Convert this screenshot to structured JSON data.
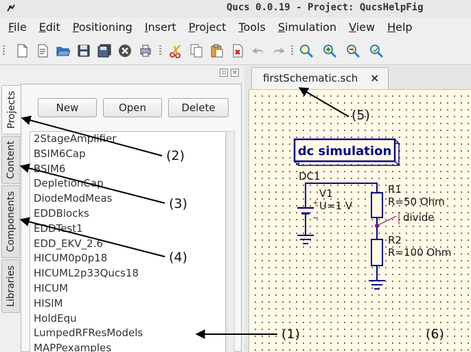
{
  "window": {
    "title": "Qucs 0.0.19 - Project: QucsHelpFig"
  },
  "menu": [
    {
      "acc": "F",
      "rest": "ile"
    },
    {
      "acc": "E",
      "rest": "dit"
    },
    {
      "acc": "P",
      "rest": "ositioning"
    },
    {
      "acc": "I",
      "rest": "nsert"
    },
    {
      "acc": "P",
      "rest": "roject"
    },
    {
      "acc": "T",
      "rest": "ools"
    },
    {
      "acc": "S",
      "rest": "imulation"
    },
    {
      "acc": "V",
      "rest": "iew"
    },
    {
      "acc": "H",
      "rest": "elp"
    }
  ],
  "toolbar": [
    "new-file-icon",
    "new-text-icon",
    "open-icon",
    "save-icon",
    "save-all-icon",
    "close-icon",
    "print-icon",
    "cut-icon",
    "copy-icon",
    "paste-icon",
    "delete-icon",
    "undo-icon",
    "redo-icon",
    "zoom-fit-icon",
    "zoom-in-icon",
    "zoom-out-icon",
    "zoom-reset-icon"
  ],
  "dock": {
    "tabs": [
      "Projects",
      "Content",
      "Components",
      "Libraries"
    ],
    "buttons": {
      "new": "New",
      "open": "Open",
      "delete": "Delete"
    },
    "projects": [
      "2StageAmplifier",
      "BSIM6Cap",
      "BSIM6",
      "DepletionCap",
      "DiodeModMeas",
      "EDDBlocks",
      "EDDTest1",
      "EDD_EKV_2.6",
      "HICUM0p0p18",
      "HICUML2p33Qucs18",
      "HICUM",
      "HISIM",
      "HoldEqu",
      "LumpedRFResModels",
      "MAPPexamples"
    ]
  },
  "document": {
    "tab_name": "firstSchematic.sch",
    "tab_close": "×"
  },
  "schematic": {
    "sim_box": "dc simulation",
    "dc_label": "DC1",
    "v1_name": "V1",
    "v1_value": "U=1 V",
    "r1_name": "R1",
    "r1_value": "R=50 Ohm",
    "node_label": "divide",
    "r2_name": "R2",
    "r2_value": "R=100 Ohm"
  },
  "callouts": [
    "(1)",
    "(2)",
    "(3)",
    "(4)",
    "(5)",
    "(6)"
  ],
  "colors": {
    "schematic_blue": "#0a0a8c",
    "wire": "#0a0a8c",
    "node": "#7a1a6a",
    "canvas": "#fffbe6"
  }
}
